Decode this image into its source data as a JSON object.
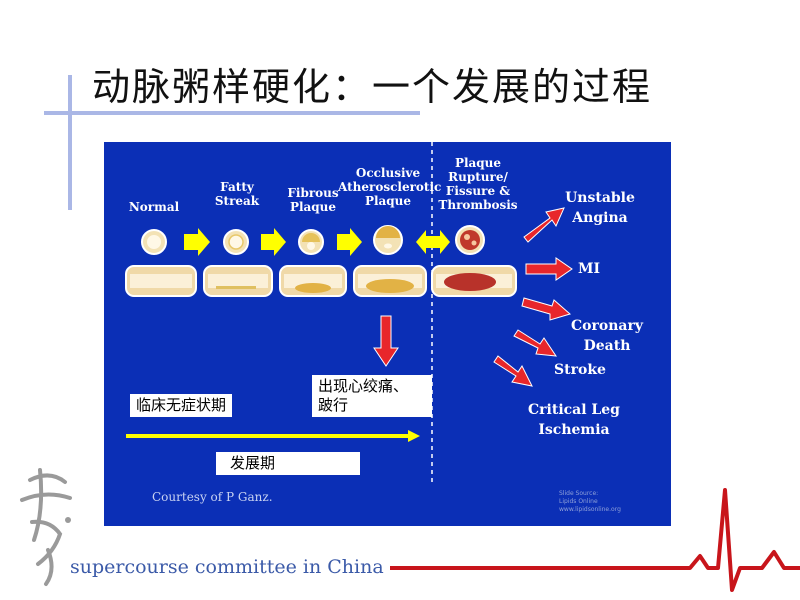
{
  "title": "动脉粥样硬化：一个发展的过程",
  "stages": [
    {
      "label": "Normal"
    },
    {
      "label": "Fatty\nStreak"
    },
    {
      "label": "Fibrous\nPlaque"
    },
    {
      "label": "Occlusive\nAtherosclerotic\nPlaque"
    },
    {
      "label": "Plaque\nRupture/\nFissure &\nThrombosis"
    }
  ],
  "outcomes": [
    {
      "label": "Unstable\nAngina"
    },
    {
      "label": "MI"
    },
    {
      "label": "Coronary\nDeath"
    },
    {
      "label": "Stroke"
    },
    {
      "label": "Critical Leg\nIschemia"
    }
  ],
  "annotations": {
    "asymptomatic": "临床无症状期",
    "symptoms": "出现心绞痛、\n跛行",
    "progression": "发展期"
  },
  "courtesy": "Courtesy of P Ganz.",
  "slide_source": "Slide Source:\nLipids Online\nwww.lipidsonline.org",
  "footer": "supercourse committee in China",
  "colors": {
    "panel": "#0b2fb6",
    "arrow_red": "#e8262b",
    "arrow_yellow": "#ffff00",
    "footer_text": "#3b5aa8",
    "ecg_line": "#c8151b"
  }
}
